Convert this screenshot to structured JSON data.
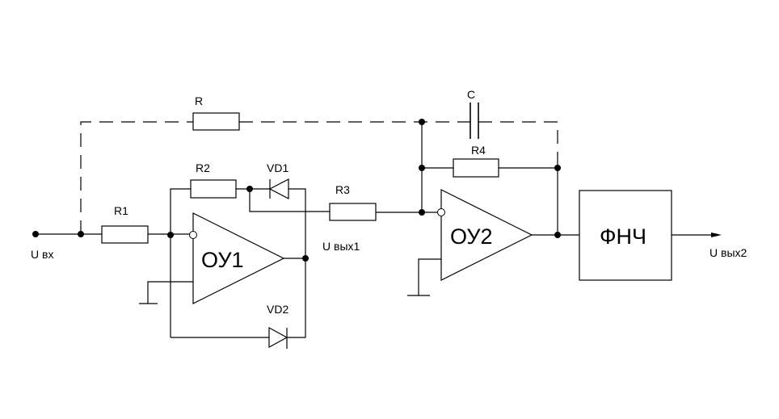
{
  "labels": {
    "R": "R",
    "R1": "R1",
    "R2": "R2",
    "R3": "R3",
    "R4": "R4",
    "C": "C",
    "VD1": "VD1",
    "VD2": "VD2",
    "u_in": "U вх",
    "u_out1": "U вых1",
    "u_out2": "U вых2",
    "opamp1": "ОУ1",
    "opamp2": "ОУ2",
    "filter": "ФНЧ"
  }
}
